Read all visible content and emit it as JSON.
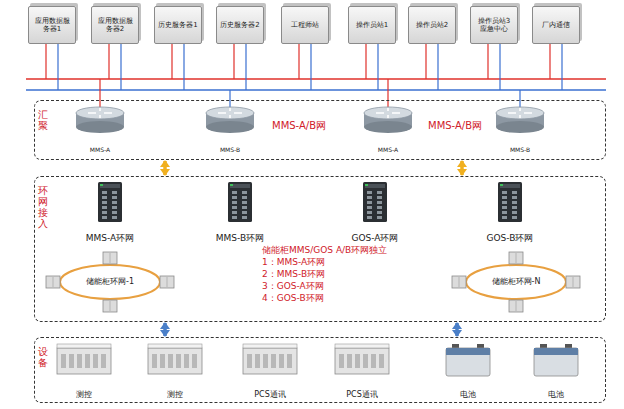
{
  "diagram": {
    "nodes": [
      {
        "text": [
          "应用数据服务器1"
        ]
      },
      {
        "text": [
          "应用数据服务器2"
        ]
      },
      {
        "text": [
          "历史服务器1"
        ]
      },
      {
        "text": [
          "历史服务器2"
        ]
      },
      {
        "text": [
          "工程师站"
        ]
      },
      {
        "text": [
          "操作员站1"
        ]
      },
      {
        "text": [
          "操作员站2"
        ]
      },
      {
        "text": [
          "操作员站3 应急中心"
        ]
      },
      {
        "text": [
          "厂内通信"
        ]
      },
      {
        "text": [
          "汇聚"
        ]
      },
      {
        "text": [
          "MMS-A"
        ],
        "in": 9
      },
      {
        "text": [
          "MMS-B"
        ],
        "in": 9
      },
      {
        "text": [
          "MMS-A"
        ],
        "in": 9
      },
      {
        "text": [
          "MMS-B"
        ],
        "in": 9
      },
      {
        "text": [
          "环网接入"
        ]
      },
      {
        "text": [
          "MMS-A环网"
        ],
        "in": 14
      },
      {
        "text": [
          "MMS-B环网"
        ],
        "in": 14
      },
      {
        "text": [
          "GOS-A环网"
        ],
        "in": 14
      },
      {
        "text": [
          "GOS-B环网"
        ],
        "in": 14
      },
      {
        "text": [
          "储能柜环网-1"
        ],
        "in": 14
      },
      {
        "text": [
          "储能柜环网-N"
        ],
        "in": 14
      },
      {
        "text": [
          "设备"
        ]
      },
      {
        "text": [
          "测控"
        ],
        "in": 21
      },
      {
        "text": [
          "测控"
        ],
        "in": 21
      },
      {
        "text": [
          "PCS通讯"
        ],
        "in": 21
      },
      {
        "text": [
          "PCS通讯"
        ],
        "in": 21
      },
      {
        "text": [
          "电池"
        ],
        "in": 21
      },
      {
        "text": [
          "电池"
        ],
        "in": 21
      }
    ],
    "edges": [
      {
        "from": 9,
        "to": 14,
        "arrow": "both"
      },
      {
        "from": 9,
        "to": 14,
        "arrow": "both"
      },
      {
        "from": 14,
        "to": 21,
        "arrow": "both"
      },
      {
        "from": 14,
        "to": 21,
        "arrow": "both"
      }
    ],
    "labels": [
      "MMS-A/B网",
      "MMS-A/B网",
      "储能柜MMS/GOS A/B环网独立",
      "1：MMS-A环网",
      "2：MMS-B环网",
      "3：GOS-A环网",
      "4：GOS-B环网"
    ]
  }
}
